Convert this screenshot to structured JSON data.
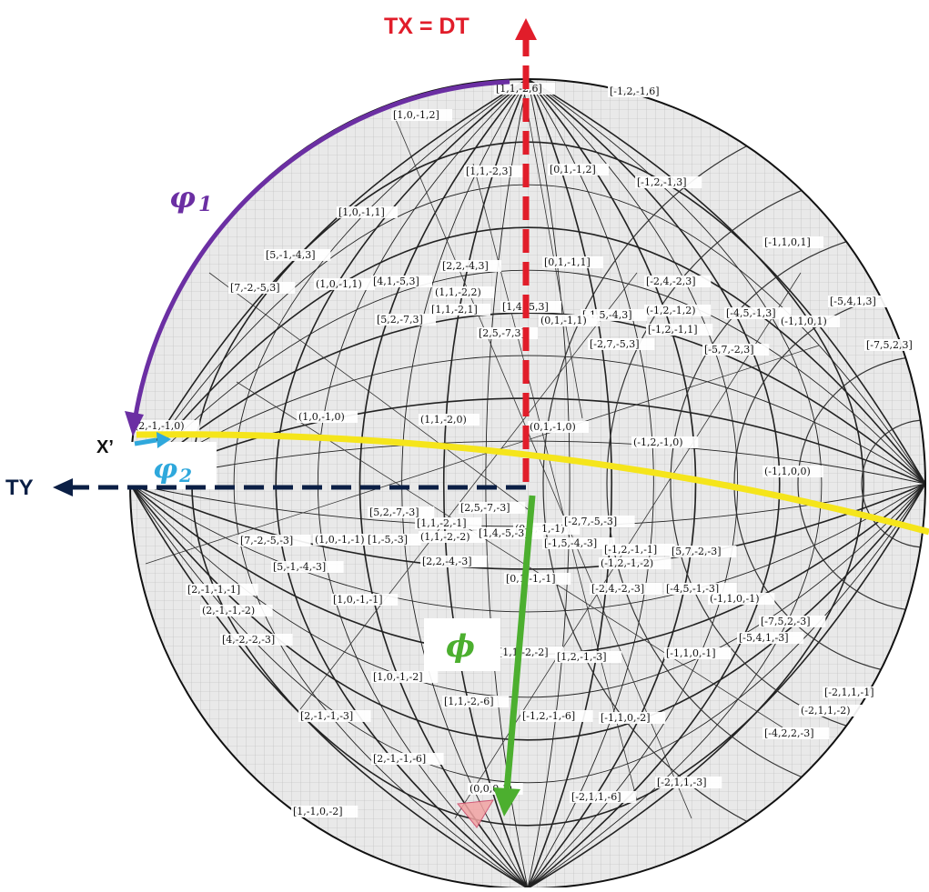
{
  "axes": {
    "tx_label": "TX = DT",
    "ty_label": "TY",
    "x_prime_label": "X’"
  },
  "angles": {
    "phi1_symbol": "φ",
    "phi1_subscript": "1",
    "phi2_symbol": "φ",
    "phi2_subscript": "2",
    "Phi_symbol": "ϕ"
  },
  "colors": {
    "tx_axis": "#e11d2a",
    "ty_axis": "#0b1f45",
    "phi1_arc": "#6b2fa3",
    "phi2_arrow": "#2fa8dc",
    "Phi_arrow": "#4caf2f",
    "trace": "#f5e51b",
    "pole_marker": "#f2a3a3"
  },
  "poles": [
    "[1,1,-2,6]",
    "[-1,2,-1,6]",
    "[1,0,-1,2]",
    "[1,1,-2,3]",
    "[0,1,-1,2]",
    "[-1,2,-1,3]",
    "[1,0,-1,1]",
    "[-1,1,0,1]",
    "[5,-1,-4,3]",
    "[2,2,-4,3]",
    "[0,1,-1,1]",
    "[-2,4,-2,3]",
    "[7,-2,-5,3]",
    "(1,0,-1,1)",
    "[4,1,-5,3]",
    "(1,1,-2,2)",
    "[-5,4,1,3]",
    "[-1,5,-4,3]",
    "(-1,2,-1,2)",
    "[1,1,-2,1]",
    "[1,4,-5,3]",
    "(0,1,-1,1)",
    "[-4,5,-1,3]",
    "(-1,1,0,1)",
    "[5,2,-7,3]",
    "[-1,2,-1,1]",
    "[2,5,-7,3]",
    "[-2,7,-5,3]",
    "[-5,7,-2,3]",
    "[-7,5,2,3]",
    "(2,-1,-1,0)",
    "(1,0,-1,0)",
    "(1,1,-2,0)",
    "(0,1,-1,0)",
    "(-1,2,-1,0)",
    "(-1,1,0,0)",
    "[5,2,-7,-3]",
    "[2,5,-7,-3]",
    "[1,1,-2,-1]",
    "(0,1,-1,-1)",
    "[-2,7,-5,-3]",
    "[7,-2,-5,-3]",
    "(1,0,-1,-1)",
    "[1,-5,-3]",
    "(1,1,-2,-2)",
    "[1,4,-5,-3]",
    "[-1,5,-4,-3]",
    "[5,-1,-4,-3]",
    "[2,2,-4,-3]",
    "[-1,2,-1,-1]",
    "[5,7,-2,-3]",
    "[2,-1,-1,-1]",
    "(-1,2,-1,-2)",
    "(2,-1,-1,-2)",
    "[0,1,-1,-1]",
    "[-2,4,-2,-3]",
    "[-4,5,-1,-3]",
    "[1,0,-1,-1]",
    "(-1,1,0,-1)",
    "[4,-2,-2,-3]",
    "[-7,5,2,-3]",
    "[-5,4,1,-3]",
    "[1,1,-2,-2]",
    "[1,2,-1,-3]",
    "[-1,1,0,-1]",
    "[1,0,-1,-2]",
    "[-2,1,1,-1]",
    "[1,1,-2,-6]",
    "(-2,1,1,-2)",
    "[2,-1,-1,-3]",
    "[-1,2,-1,-6]",
    "[-1,1,0,-2]",
    "[-4,2,2,-3]",
    "[2,-1,-1,-6]",
    "[-2,1,1,-3]",
    "(0,0,0,1)",
    "[-2,1,1,-6]",
    "[1,-1,0,-2]"
  ]
}
